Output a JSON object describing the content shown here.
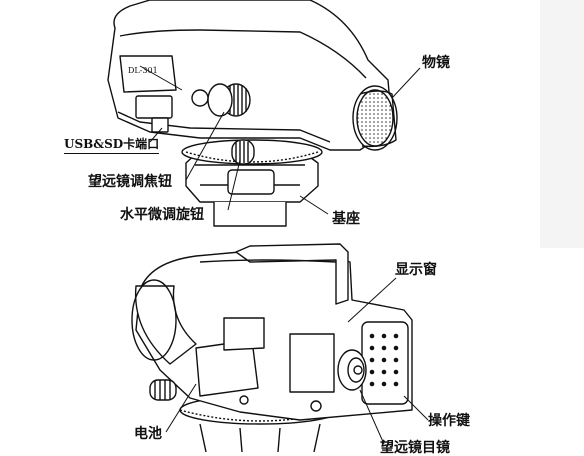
{
  "diagram": {
    "top_view": {
      "model_plate": "DL-301",
      "labels": {
        "objective": "物镜",
        "usb_sd_port": "USB&SD卡端口",
        "telescope_focus_knob": "望远镜调焦钮",
        "horizontal_fine_knob": "水平微调旋钮",
        "base": "基座"
      }
    },
    "bottom_view": {
      "labels": {
        "display_window": "显示窗",
        "operation_keys": "操作键",
        "battery": "电池",
        "eyepiece": "望远镜目镜"
      }
    }
  },
  "colors": {
    "line": "#111111",
    "background": "#ffffff",
    "panel": "#f4f4f4"
  }
}
